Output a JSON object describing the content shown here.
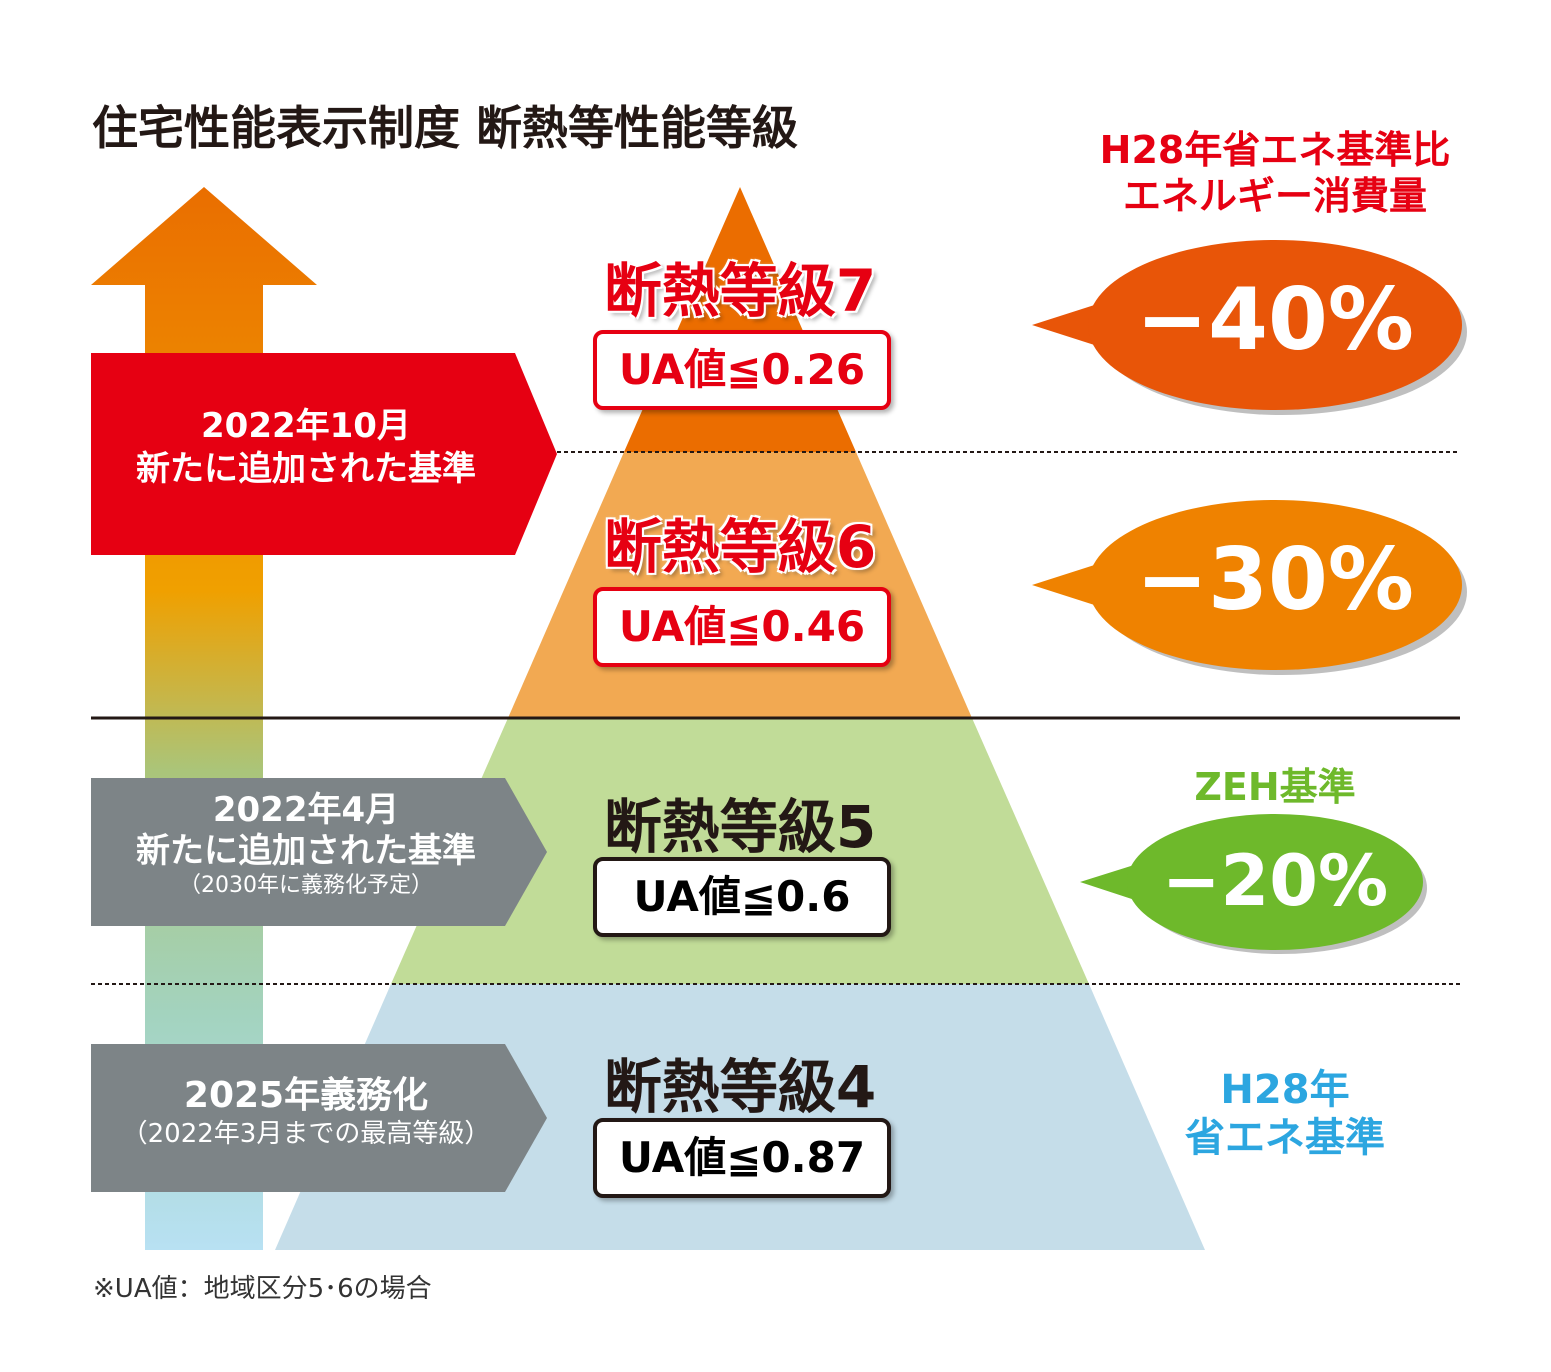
{
  "title": "住宅性能表示制度 断熱等性能等級",
  "header_right": {
    "line1": "H28年省エネ基準比",
    "line2": "エネルギー消費量"
  },
  "grades": [
    {
      "label": "断熱等級7",
      "ua": "UA値≦0.26",
      "reduction": "−40%",
      "color": "#e85508"
    },
    {
      "label": "断熱等級6",
      "ua": "UA値≦0.46",
      "reduction": "−30%",
      "color": "#ef8200"
    },
    {
      "label": "断熱等級5",
      "ua": "UA値≦0.6",
      "reduction": "−20%",
      "badge": "ZEH基準",
      "color": "#6eb92b"
    },
    {
      "label": "断熱等級4",
      "ua": "UA値≦0.87",
      "badge1": "H28年",
      "badge2": "省エネ基準",
      "color": "#2ca6e0"
    }
  ],
  "banners": [
    {
      "line1": "2022年10月",
      "line2": "新たに追加された基準",
      "color": "#e60012"
    },
    {
      "line1": "2022年4月",
      "line2": "新たに追加された基準",
      "line3": "（2030年に義務化予定）",
      "color": "#7d8487"
    },
    {
      "line1": "2025年義務化",
      "line2": "（2022年3月までの最高等級）",
      "color": "#7d8487"
    }
  ],
  "footnote": "※UA値：地域区分5･6の場合"
}
